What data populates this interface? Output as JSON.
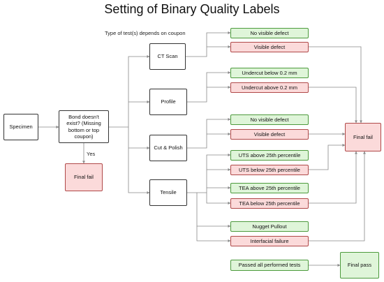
{
  "title": "Setting of Binary Quality Labels",
  "note": "Type of test(s) depends on coupon",
  "yes_label": "Yes",
  "nodes": {
    "specimen": "Specimen",
    "bond_check": "Bond doesn’t exist? (Missing bottom or top coupon)",
    "final_fail_left": "Final fail",
    "ct_scan": "CT Scan",
    "profile": "Profile",
    "cut_polish": "Cut & Polish",
    "tensile": "Tensile",
    "ct_no_defect": "No visible defect",
    "ct_visible_defect": "Visible defect",
    "undercut_below": "Undercut below 0.2 mm",
    "undercut_above": "Undercut above 0.2 mm",
    "cp_no_defect": "No visible defect",
    "cp_visible_defect": "Visible defect",
    "uts_above": "UTS above 25th percentile",
    "uts_below": "UTS below 25th percentile",
    "tea_above": "TEA above 25th percentile",
    "tea_below": "TEA below 25th percentile",
    "nugget_pullout": "Nugget Pullout",
    "interfacial_failure": "Interfacial failure",
    "final_fail_right": "Final fail",
    "passed_all": "Passed all performed tests",
    "final_pass": "Final pass"
  },
  "colors": {
    "pass_fill": "#dff5d9",
    "pass_border": "#4c9a3c",
    "fail_fill": "#fbdada",
    "fail_border": "#b04848",
    "connector": "#888888"
  }
}
